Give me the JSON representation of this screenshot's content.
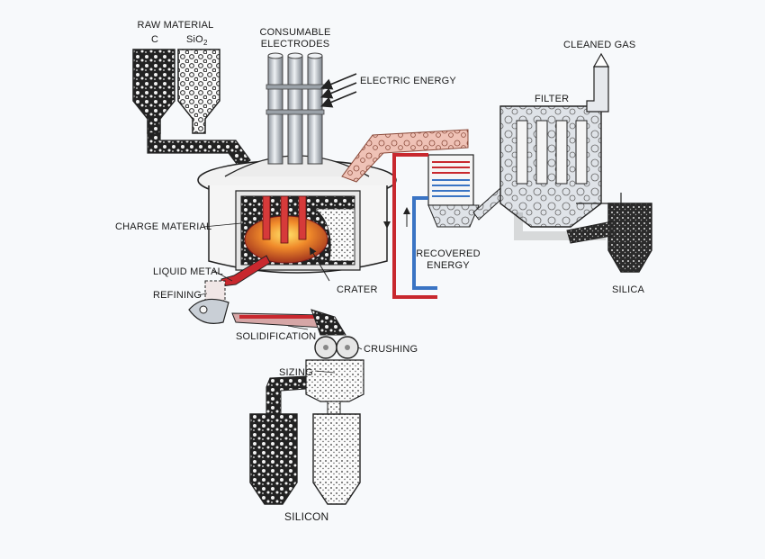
{
  "labels": {
    "raw_material": "RAW MATERIAL",
    "carbon": "C",
    "silica_feed": "SiO",
    "silica_feed_sub": "2",
    "consumable": "CONSUMABLE",
    "electrodes": "ELECTRODES",
    "electric_energy": "ELECTRIC ENERGY",
    "cleaned_gas": "CLEANED GAS",
    "filter": "FILTER",
    "charge_material": "CHARGE MATERIAL",
    "liquid_metal": "LIQUID METAL",
    "refining": "REFINING",
    "crater": "CRATER",
    "recovered": "RECOVERED",
    "energy": "ENERGY",
    "silica": "SILICA",
    "solidification": "SOLIDIFICATION",
    "crushing": "CRUSHING",
    "sizing": "SIZING",
    "silicon": "SILICON"
  },
  "colors": {
    "background": "#f7f9fb",
    "outline": "#2a2a2a",
    "electrode": "#c9cfd6",
    "hot_red": "#c8282e",
    "cool_blue": "#3a74c4",
    "molten": "#e0582a",
    "gas_pipe": "#e9b3a6",
    "filter_fill": "#d9dde3"
  }
}
